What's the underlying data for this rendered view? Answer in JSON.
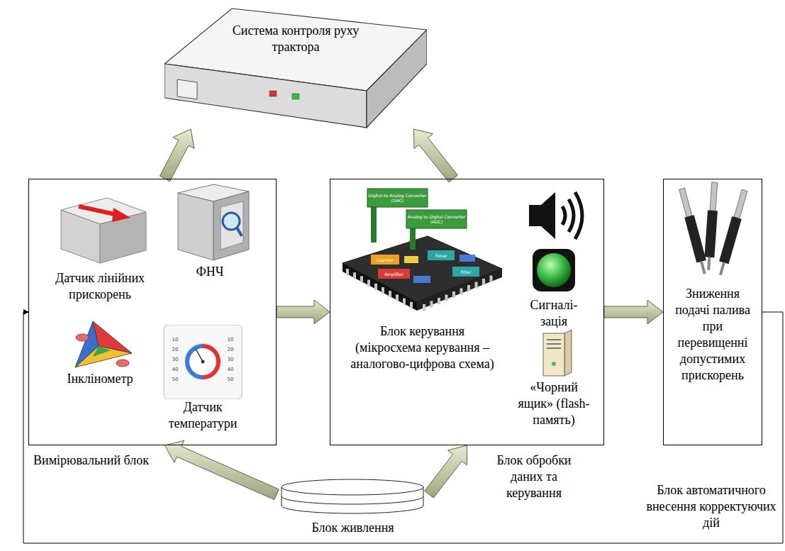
{
  "diagram": {
    "nodes": [
      {
        "text": [
          "Система контроля руху трактора"
        ]
      },
      {
        "text": [
          "Вимірювальний блок"
        ]
      },
      {
        "text": [
          "Датчик лінійних прискорень"
        ],
        "in": 1
      },
      {
        "text": [
          "ФНЧ"
        ],
        "in": 1
      },
      {
        "text": [
          "Інклінометр"
        ],
        "in": 1
      },
      {
        "text": [
          "Датчик температури"
        ],
        "in": 1
      },
      {
        "text": [
          "Блок обробки даних та керування"
        ]
      },
      {
        "text": [
          "Блок керування (мікросхема керування – аналогово-цифрова схема)"
        ],
        "in": 6
      },
      {
        "text": [
          "Сигналі- зація"
        ],
        "in": 6
      },
      {
        "text": [
          "«Чорний ящик» (flash-память)"
        ],
        "in": 6
      },
      {
        "text": [
          "Зниження подачі палива при перевищенні допустимих прискорень",
          "Блок автоматичного внесення корректуючих дій"
        ]
      },
      {
        "text": [
          "Блок живлення"
        ]
      }
    ],
    "edges": [
      {
        "from": 1,
        "to": 0,
        "arrow": "to"
      },
      {
        "from": 6,
        "to": 0,
        "arrow": "to"
      },
      {
        "from": 1,
        "to": 6,
        "arrow": "to"
      },
      {
        "from": 6,
        "to": 10,
        "arrow": "to"
      },
      {
        "from": 11,
        "to": 1,
        "arrow": "to"
      },
      {
        "from": 11,
        "to": 6,
        "arrow": "to"
      },
      {
        "from": 10,
        "to": 1,
        "arrow": "to"
      }
    ],
    "labels": [
      "Digital-to-Analog Converter (DAC)",
      "Analog to Digital Converter (ADC)",
      "Counter",
      "Timer",
      "Amplifier",
      "Filter",
      "10",
      "20",
      "30",
      "40",
      "50",
      "10",
      "20",
      "30",
      "40",
      "50"
    ]
  }
}
